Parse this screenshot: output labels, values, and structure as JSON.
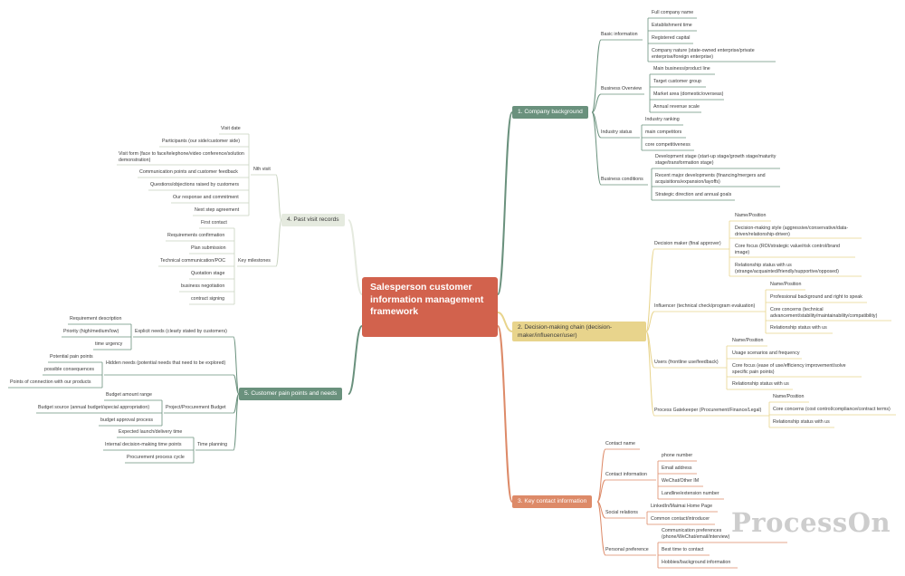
{
  "root": {
    "title": "Salesperson customer information management framework"
  },
  "watermark": "ProcessOn",
  "colors": {
    "green": "#6a917d",
    "yellow": "#e8d48c",
    "orange": "#dd8a68",
    "lightgreen": "#e5eadf",
    "red": "#d2624d"
  },
  "branches": {
    "company_background": {
      "label": "1. Company background",
      "basic_info": {
        "label": "Basic information",
        "items": [
          "Full company name",
          "Establishment time",
          "Registered capital",
          "Company nature (state-owned enterprise/private enterprise/foreign enterprise)"
        ]
      },
      "business_overview": {
        "label": "Business Overview",
        "items": [
          "Main business/product line",
          "Target customer group",
          "Market area (domestic/overseas)",
          "Annual revenue scale"
        ]
      },
      "industry_status": {
        "label": "Industry status",
        "items": [
          "Industry ranking",
          "main competitors",
          "core competitiveness"
        ]
      },
      "business_conditions": {
        "label": "Business conditions",
        "items": [
          "Development stage (start-up stage/growth stage/maturity stage/transformation stage)",
          "Recent major developments (financing/mergers and acquisitions/expansion/layoffs)",
          "Strategic direction and annual goals"
        ]
      }
    },
    "decision_chain": {
      "label": "2. Decision-making chain (decision-maker/influencer/user)",
      "decision_maker": {
        "label": "Decision maker (final approver)",
        "items": [
          "Name/Position",
          "Decision-making style (aggressive/conservative/data-driven/relationship-driven)",
          "Core focus (ROI/strategic value/risk control/brand image)",
          "Relationship status with us (strange/acquainted/friendly/supportive/opposed)"
        ]
      },
      "influencer": {
        "label": "Influencer (technical check/program evaluation)",
        "items": [
          "Name/Position",
          "Professional background and right to speak",
          "Core concerns (technical advancement/stability/maintainability/compatibility)",
          "Relationship status with us"
        ]
      },
      "users": {
        "label": "Users (frontline use/feedback)",
        "items": [
          "Name/Position",
          "Usage scenarios and frequency",
          "Core focus (ease of use/efficiency improvement/solve specific pain points)",
          "Relationship status with us"
        ]
      },
      "gatekeeper": {
        "label": "Process Gatekeeper (Procurement/Finance/Legal)",
        "items": [
          "Name/Position",
          "Core concerns (cost control/compliance/contract terms)",
          "Relationship status with us"
        ]
      }
    },
    "key_contact": {
      "label": "3. Key contact information",
      "contact_name": {
        "label": "Contact name"
      },
      "contact_info": {
        "label": "Contact information",
        "items": [
          "phone number",
          "Email address",
          "WeChat/Other IM",
          "Landline/extension number"
        ]
      },
      "social": {
        "label": "Social relations",
        "items": [
          "LinkedIn/Maimai Home Page",
          "Common contact/introducer"
        ]
      },
      "preference": {
        "label": "Personal preference",
        "items": [
          "Communication preferences (phone/WeChat/email/interview)",
          "Best time to contact",
          "Hobbies/background information"
        ]
      }
    },
    "past_visits": {
      "label": "4. Past visit records",
      "nth_visit": {
        "label": "Nth visit",
        "items": [
          "Visit date",
          "Participants (our side/customer side)",
          "Visit form (face to face/telephone/video conference/solution demonstration)",
          "Communication points and customer feedback",
          "Questions/objections raised by customers",
          "Our response and commitment",
          "Next step agreement"
        ]
      },
      "milestones": {
        "label": "Key milestones",
        "items": [
          "First contact",
          "Requirements confirmation",
          "Plan submission",
          "Technical communication/POC",
          "Quotation stage",
          "business negotiation",
          "contract signing"
        ]
      }
    },
    "pain_points": {
      "label": "5. Customer pain points and needs",
      "explicit": {
        "label": "Explicit needs (clearly stated by customers)",
        "items": [
          "Requirement description",
          "Priority (high/medium/low)",
          "time urgency"
        ]
      },
      "hidden": {
        "label": "Hidden needs (potential needs that need to be explored)",
        "items": [
          "Potential pain points",
          "possible consequences",
          "Points of connection with our products"
        ]
      },
      "budget": {
        "label": "Project/Procurement Budget",
        "items": [
          "Budget amount range",
          "Budget source (annual budget/special appropriation)",
          "budget approval process"
        ]
      },
      "timing": {
        "label": "Time planning",
        "items": [
          "Expected launch/delivery time",
          "Internal decision-making time points",
          "Procurement process cycle"
        ]
      }
    }
  }
}
